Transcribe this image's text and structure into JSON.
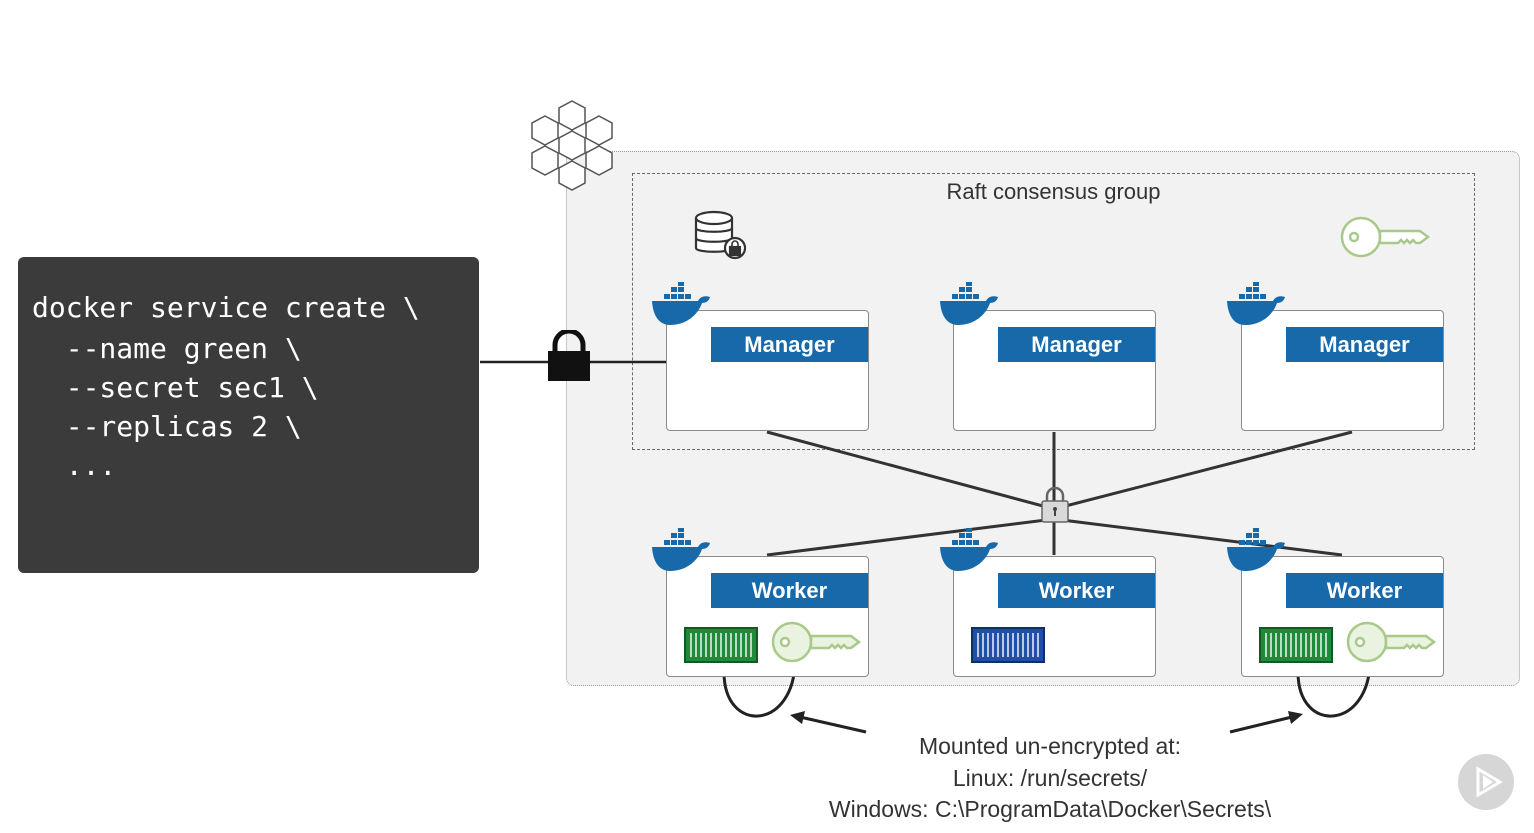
{
  "terminal": {
    "lines": [
      "docker service create \\",
      "  --name green \\",
      "  --secret sec1 \\",
      "  --replicas 2 \\",
      "  ..."
    ]
  },
  "raft_group": {
    "label": "Raft consensus group"
  },
  "managers": [
    {
      "label": "Manager"
    },
    {
      "label": "Manager"
    },
    {
      "label": "Manager"
    }
  ],
  "workers": [
    {
      "label": "Worker",
      "container_color": "#1f8a3a",
      "has_key": true
    },
    {
      "label": "Worker",
      "container_color": "#1f4fa8",
      "has_key": false
    },
    {
      "label": "Worker",
      "container_color": "#1f8a3a",
      "has_key": true
    }
  ],
  "caption": {
    "line1": "Mounted un-encrypted at:",
    "line2": "Linux: /run/secrets/",
    "line3": "Windows: C:\\ProgramData\\Docker\\Secrets\\"
  },
  "colors": {
    "docker_blue": "#1769aa",
    "terminal_bg": "#3b3b3b",
    "swarm_bg": "#f2f2f2",
    "key_green": "#cfe3b3"
  },
  "icons": [
    "swarm-hexagon-icon",
    "encrypted-database-icon",
    "key-icon",
    "padlock-icon",
    "docker-whale-icon",
    "play-logo-icon"
  ]
}
